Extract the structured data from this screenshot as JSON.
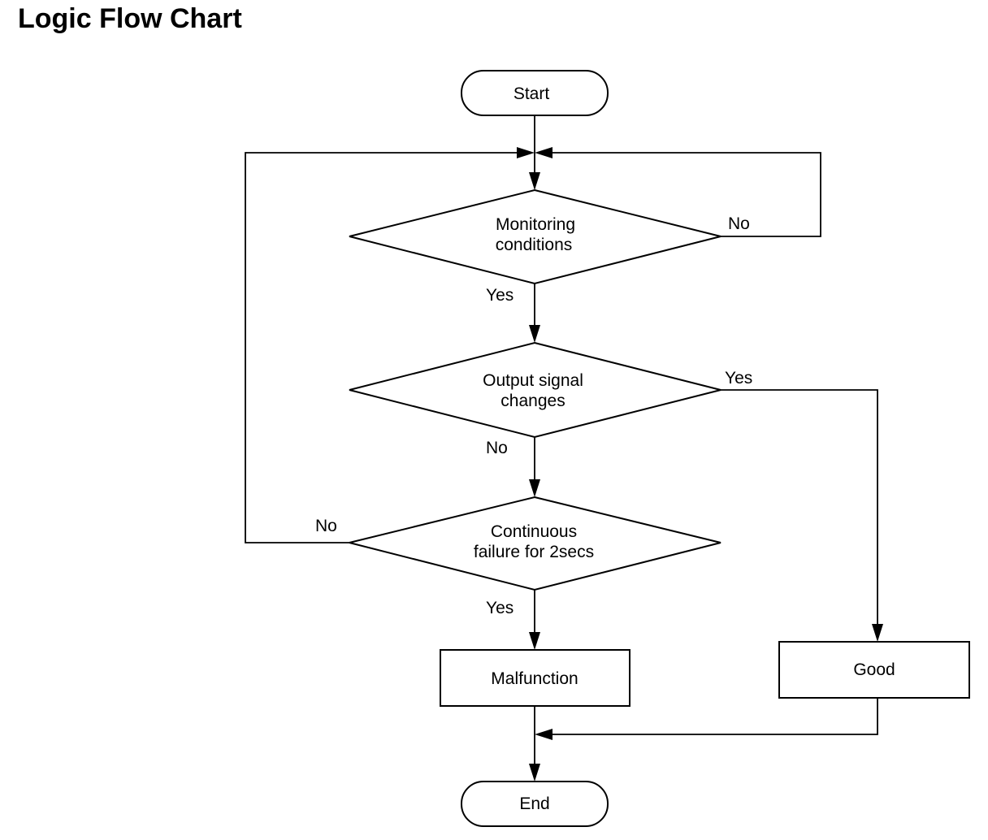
{
  "title": "Logic Flow Chart",
  "nodes": {
    "start": "Start",
    "monitoring": [
      "Monitoring",
      "conditions"
    ],
    "output_signal": [
      "Output signal",
      "changes"
    ],
    "continuous_failure": [
      "Continuous",
      "failure for 2secs"
    ],
    "malfunction": "Malfunction",
    "good": "Good",
    "end": "End"
  },
  "edge_labels": {
    "monitoring_no": "No",
    "monitoring_yes": "Yes",
    "output_yes": "Yes",
    "output_no": "No",
    "continuous_no": "No",
    "continuous_yes": "Yes"
  }
}
